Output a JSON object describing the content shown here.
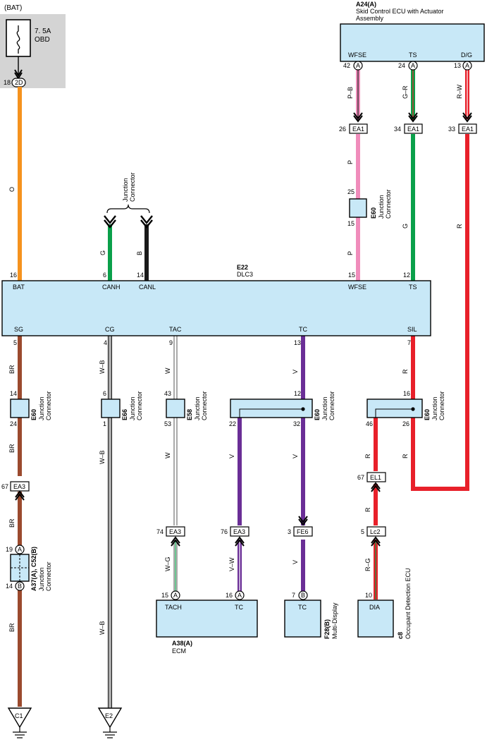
{
  "power": {
    "bat_label": "(BAT)",
    "fuse_rating": "7. 5A",
    "fuse_name": "OBD",
    "pin": "18",
    "connector": "2D"
  },
  "dlc3": {
    "code": "E22",
    "name": "DLC3",
    "top_terms": [
      "BAT",
      "CANH",
      "CANL",
      "WFSE",
      "TS"
    ],
    "top_pins": [
      "16",
      "6",
      "14",
      "15",
      "12"
    ],
    "bottom_terms": [
      "SG",
      "CG",
      "TAC",
      "TC",
      "SIL"
    ],
    "bottom_pins": [
      "5",
      "4",
      "9",
      "13",
      "7"
    ]
  },
  "skid_ecu": {
    "code": "A24(A)",
    "name_line1": "Skid Control ECU with Actuator",
    "name_line2": "Assembly",
    "terms": [
      "WFSE",
      "TS",
      "D/G"
    ],
    "pins": [
      "42",
      "24",
      "13"
    ],
    "pin_letter": "A"
  },
  "ecm": {
    "code": "A38(A)",
    "name": "ECM",
    "terms": [
      "TACH",
      "TC"
    ],
    "pins": [
      "15",
      "16"
    ],
    "pin_letter": "A"
  },
  "multi_display": {
    "code": "F28(B)",
    "name": "Multi-Display",
    "term": "TC",
    "pin": "7",
    "pin_letter": "B"
  },
  "occupant_ecu": {
    "code": "c8",
    "name": "Occupant Detection ECU",
    "term": "DIA",
    "pin": "10"
  },
  "junctions": {
    "label_line1": "Junction",
    "label_line2": "Connector",
    "e60_a": {
      "code": "E60",
      "pin_top": "14",
      "pin_bottom": "24"
    },
    "e66": {
      "code": "E66",
      "pin_top": "6",
      "pin_bottom": "1"
    },
    "e58": {
      "code": "E58",
      "pin_top": "43",
      "pin_bottom": "53"
    },
    "e60_b": {
      "code": "E60",
      "pin_top": "12",
      "pin_left": "22",
      "pin_right": "32"
    },
    "e60_c": {
      "code": "E60",
      "pin_top": "16",
      "pin_left": "46",
      "pin_right": "26"
    },
    "e60_top": {
      "code": "E60",
      "pin_top": "25",
      "pin_bottom": "15"
    },
    "a37": {
      "code": "A37(A), C52(B)",
      "pin_top": "19",
      "pin_bottom": "14",
      "letter_top": "A",
      "letter_bottom": "B"
    }
  },
  "inline_connectors": {
    "ea3_left": {
      "pin": "67",
      "name": "EA3"
    },
    "ea3_tach": {
      "pin": "74",
      "name": "EA3"
    },
    "ea3_tc": {
      "pin": "76",
      "name": "EA3"
    },
    "fe6": {
      "pin": "3",
      "name": "FE6"
    },
    "lc2": {
      "pin": "5",
      "name": "Lc2"
    },
    "el1": {
      "pin": "67",
      "name": "EL1"
    },
    "ea1_wfse": {
      "pin": "26",
      "name": "EA1"
    },
    "ea1_ts": {
      "pin": "34",
      "name": "EA1"
    },
    "ea1_dg": {
      "pin": "33",
      "name": "EA1"
    }
  },
  "grounds": {
    "left": "C1",
    "right": "E2"
  },
  "wire_colors": {
    "bat": "O",
    "canh": "G",
    "canl": "B",
    "wfse_upper": "P–B",
    "wfse_lower": "P",
    "wfse_mid": "P",
    "ts_upper": "G–R",
    "ts_lower": "G",
    "dg_upper": "R–W",
    "dg_lower": "R",
    "sg": "BR",
    "cg": "W–B",
    "tac": "W",
    "tc": "V",
    "sil": "R",
    "tach": "W–G",
    "ecm_tc": "V–W",
    "dia": "R–G"
  },
  "colors": {
    "orange": "#f5921e",
    "green": "#0aa04a",
    "black": "#1a1a1a",
    "pink": "#f08cbb",
    "red": "#e8202a",
    "brown": "#9b4a2e",
    "violet": "#6a2e96",
    "box": "#c8e8f7",
    "gray_panel": "#d4d4d4"
  }
}
